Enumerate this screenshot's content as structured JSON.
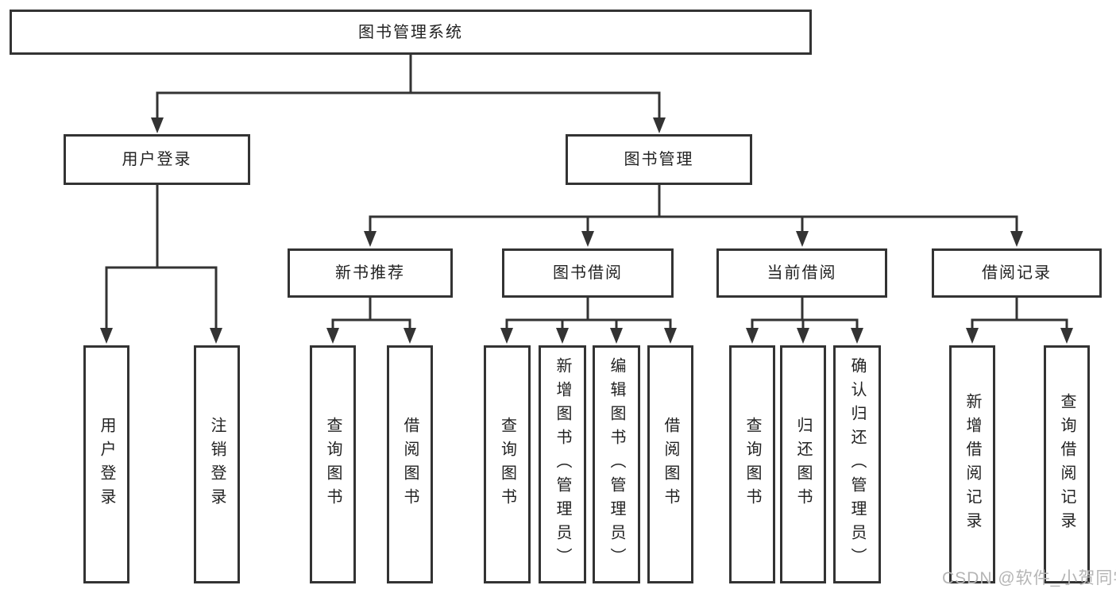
{
  "diagram": {
    "colors": {
      "line": "#333333",
      "border": "#333333",
      "text": "#222222",
      "watermark": "#b5b5b5",
      "bg": "#ffffff"
    },
    "root": {
      "label": "图书管理系统"
    },
    "level2": [
      {
        "id": "user-login",
        "label": "用户登录"
      },
      {
        "id": "book-management",
        "label": "图书管理"
      }
    ],
    "level3": [
      {
        "id": "new-book-recommend",
        "label": "新书推荐",
        "parent": "book-management"
      },
      {
        "id": "book-borrowing",
        "label": "图书借阅",
        "parent": "book-management"
      },
      {
        "id": "current-borrowing",
        "label": "当前借阅",
        "parent": "book-management"
      },
      {
        "id": "borrowing-records",
        "label": "借阅记录",
        "parent": "book-management"
      }
    ],
    "leaves": [
      {
        "id": "leaf-user-login",
        "label": "用户登录",
        "parent": "user-login"
      },
      {
        "id": "leaf-logout",
        "label": "注销登录",
        "parent": "user-login"
      },
      {
        "id": "leaf-query-books-1",
        "label": "查询图书",
        "parent": "new-book-recommend"
      },
      {
        "id": "leaf-borrow-books-1",
        "label": "借阅图书",
        "parent": "new-book-recommend"
      },
      {
        "id": "leaf-query-books-2",
        "label": "查询图书",
        "parent": "book-borrowing"
      },
      {
        "id": "leaf-add-book-admin",
        "label": "新增图书（管理员）",
        "parent": "book-borrowing"
      },
      {
        "id": "leaf-edit-book-admin",
        "label": "编辑图书（管理员）",
        "parent": "book-borrowing"
      },
      {
        "id": "leaf-borrow-books-2",
        "label": "借阅图书",
        "parent": "book-borrowing"
      },
      {
        "id": "leaf-query-books-3",
        "label": "查询图书",
        "parent": "current-borrowing"
      },
      {
        "id": "leaf-return-book",
        "label": "归还图书",
        "parent": "current-borrowing"
      },
      {
        "id": "leaf-confirm-return-admin",
        "label": "确认归还（管理员）",
        "parent": "current-borrowing"
      },
      {
        "id": "leaf-add-borrow-record",
        "label": "新增借阅记录",
        "parent": "borrowing-records"
      },
      {
        "id": "leaf-query-borrow-record",
        "label": "查询借阅记录",
        "parent": "borrowing-records"
      }
    ],
    "watermark": "CSDN @软件_小贺同学"
  }
}
